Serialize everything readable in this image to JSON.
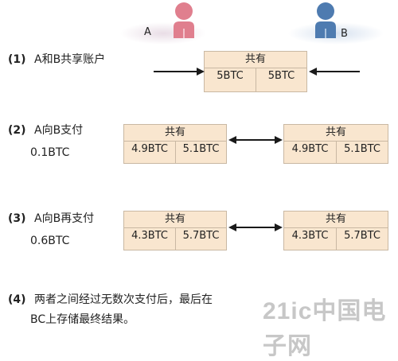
{
  "persons": {
    "a_label": "A",
    "b_label": "B",
    "a_color": "#e07f8e",
    "b_color": "#4e7bb0"
  },
  "steps": [
    {
      "num": "(1)",
      "text": "A和B共享账户"
    },
    {
      "num": "(2)",
      "text": "A向B支付",
      "sub": "0.1BTC"
    },
    {
      "num": "(3)",
      "text": "A向B再支付",
      "sub": "0.6BTC"
    },
    {
      "num": "(4)",
      "text": "两者之间经过无数次支付后，最后在",
      "text2": "BC上存储最终结果。"
    }
  ],
  "ledgers": {
    "shared_label": "共有",
    "l1": [
      "5BTC",
      "5BTC"
    ],
    "l2": [
      "4.9BTC",
      "5.1BTC"
    ],
    "l3": [
      "4.3BTC",
      "5.7BTC"
    ]
  },
  "watermark": "21ic中国电子网"
}
